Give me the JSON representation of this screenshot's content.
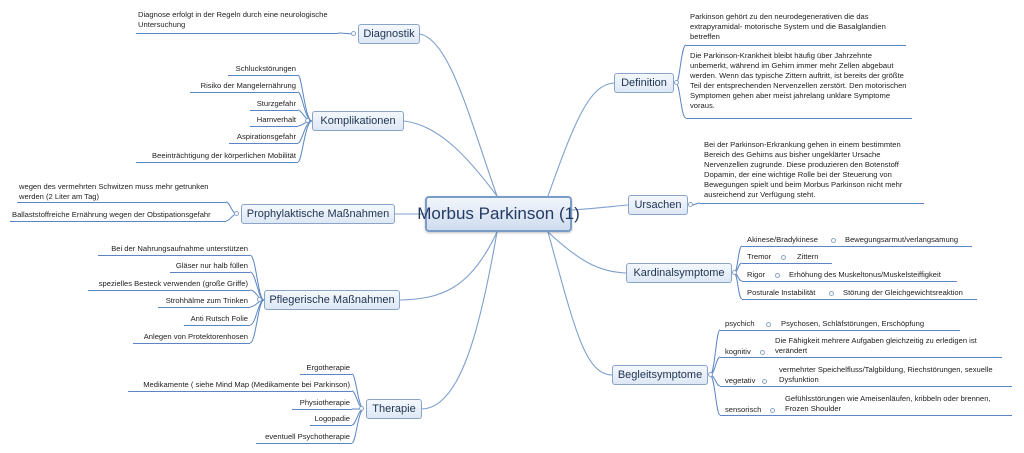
{
  "central": "Morbus Parkinson (1)",
  "left": {
    "diagnostik": {
      "label": "Diagnostik",
      "leaves": [
        "Diagnose erfolgt in der Regeln durch eine neurologische Untersuchung"
      ]
    },
    "komplikationen": {
      "label": "Komplikationen",
      "leaves": [
        "Schluckstörungen",
        "Risiko der Mangelernährung",
        "Sturzgefahr",
        "Harnverhalt",
        "Aspirationsgefahr",
        "Beeinträchtigung der körperlichen Mobilität"
      ]
    },
    "prophylaktische": {
      "label": "Prophylaktische Maßnahmen",
      "leaves": [
        "wegen des vermehrten Schwitzen muss mehr getrunken werden (2 Liter am Tag)",
        "Ballaststoffreiche Ernährung wegen der Obstipationsgefahr"
      ]
    },
    "pflegerische": {
      "label": "Pflegerische Maßnahmen",
      "leaves": [
        "Bei der Nahrungsaufnahme unterstützen",
        "Gläser nur halb füllen",
        "spezielles Besteck verwenden (große Griffe)",
        "Strohhälme zum Trinken",
        "Anti Rutsch Folie",
        "Anlegen von Protektorenhosen"
      ]
    },
    "therapie": {
      "label": "Therapie",
      "leaves": [
        "Ergotherapie",
        "Medikamente ( siehe Mind Map (Medikamente bei Parkinson)",
        "Physiotherapie",
        "Logopadie",
        "eventuell Psychotherapie"
      ]
    }
  },
  "right": {
    "definition": {
      "label": "Definition",
      "leaves": [
        "Parkinson gehört zu den neurodegenerativen die das extrapyramidal- motorische System und die Basalglandien betreffen",
        "Die Parkinson-Krankheit bleibt häufig über Jahrzehnte unbemerkt, während im Gehirn immer mehr Zellen abgebaut werden. Wenn das typische Zittern auftritt, ist bereits der größte Teil der entsprechenden Nervenzellen zerstört. Den motorischen Symptomen gehen aber meist jahrelang unklare Symptome voraus."
      ]
    },
    "ursachen": {
      "label": "Ursachen",
      "leaves": [
        "Bei der Parkinson-Erkrankung gehen in einem bestimmten Bereich des Gehirns aus bisher ungeklärter Ursache Nervenzellen zugrunde. Diese produzieren den Botenstoff Dopamin, der eine wichtige Rolle bei der Steuerung von Bewegungen spielt und beim Morbus Parkinson nicht mehr ausreichend zur Verfügung steht."
      ]
    },
    "kardinal": {
      "label": "Kardinalsymptome",
      "items": [
        {
          "term": "Akinese/Bradykinese",
          "desc": "Bewegungsarmut/verlangsamung"
        },
        {
          "term": "Tremor",
          "desc": "Zittern"
        },
        {
          "term": "Rigor",
          "desc": "Erhöhung des Muskeltonus/Muskelsteiffigkeit"
        },
        {
          "term": "Posturale Instabilität",
          "desc": "Störung der Gleichgewichtsreaktion"
        }
      ]
    },
    "begleit": {
      "label": "Begleitsymptome",
      "items": [
        {
          "term": "psychich",
          "desc": "Psychosen, Schläfstörungen, Erschöpfung"
        },
        {
          "term": "kognitiv",
          "desc": "Die Fähigkeit mehrere Aufgaben gleichzeitig zu erledigen ist verändert"
        },
        {
          "term": "vegetativ",
          "desc": "vermehrter Speichelfluss/Talgbildung, Riechstörungen, sexuelle Dysfunktion"
        },
        {
          "term": "sensorisch",
          "desc": "Gefühlsstörungen wie Ameisenläufen, kribbeln oder brennen, Frozen Shoulder"
        }
      ]
    }
  },
  "colors": {
    "line": "#5b86c6",
    "node_border": "#8aa4c8",
    "node_fill": "#dde8f6"
  }
}
